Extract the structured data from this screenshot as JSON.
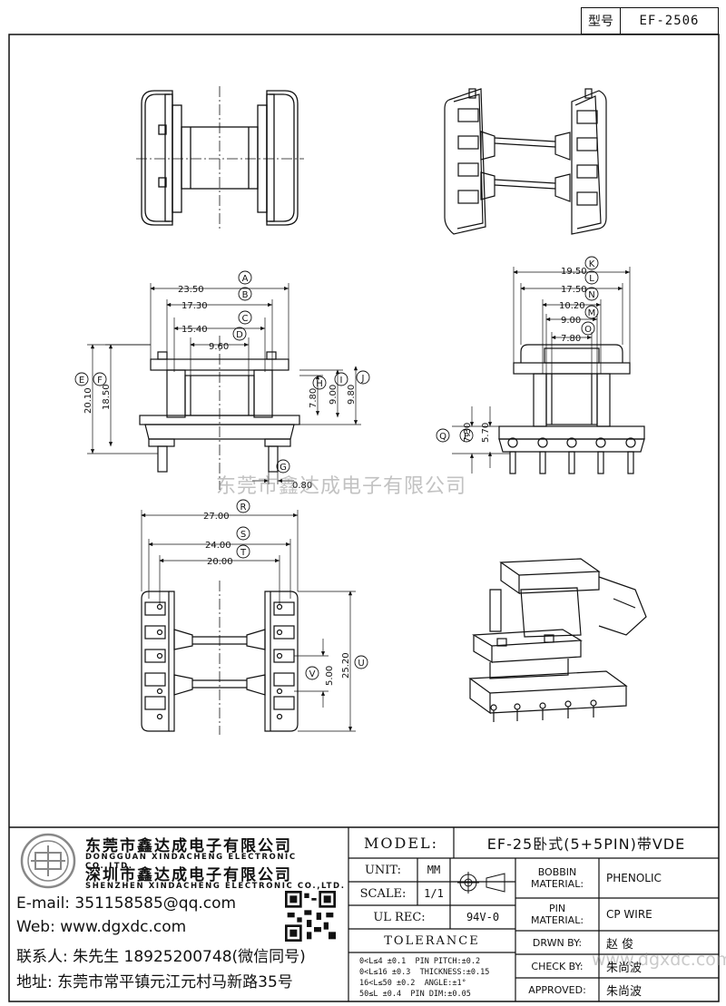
{
  "header": {
    "model_label": "型号",
    "model_value": "EF-2506"
  },
  "watermark": "东莞市鑫达成电子有限公司",
  "watermark_url": "www.dgxdc.com",
  "dims": {
    "A": "23.50",
    "B": "17.30",
    "C": "15.40",
    "D": "9.60",
    "E": "20.10",
    "F": "18.50",
    "G": "0.80",
    "H": "7.80",
    "I": "9.00",
    "J": "9.80",
    "K": "19.50",
    "L": "17.50",
    "N": "10.20",
    "M": "9.00",
    "O": "7.80",
    "Q": "7.30",
    "P": "5.70",
    "R": "27.00",
    "S": "24.00",
    "T": "20.00",
    "U": "25.20",
    "V": "5.00"
  },
  "company": {
    "cn_name_1": "东莞市鑫达成电子有限公司",
    "en_name_1": "DONGGUAN XINDACHENG ELECTRONIC CO.,LTD.",
    "cn_name_2": "深圳市鑫达成电子有限公司",
    "en_name_2": "SHENZHEN XINDACHENG ELECTRONIC CO.,LTD.",
    "email": "E-mail: 351158585@qq.com",
    "web": "Web: www.dgxdc.com",
    "contact": "联系人: 朱先生 18925200748(微信同号)",
    "address": "地址: 东莞市常平镇元江元村马新路35号"
  },
  "titleblock": {
    "model_label": "MODEL:",
    "model_value": "EF-25卧式(5+5PIN)带VDE",
    "unit_label": "UNIT:",
    "unit_value": "MM",
    "scale_label": "SCALE:",
    "scale_value": "1/1",
    "ulrec_label": "UL REC:",
    "ulrec_value": "94V-0",
    "tolerance_label": "TOLERANCE",
    "bobbin_label_1": "BOBBIN",
    "bobbin_label_2": "MATERIAL:",
    "bobbin_value": "PHENOLIC",
    "pin_label_1": "PIN",
    "pin_label_2": "MATERIAL:",
    "pin_value": "CP WIRE",
    "drwn_label": "DRWN BY:",
    "drwn_value": "赵 俊",
    "check_label": "CHECK BY:",
    "check_value": "朱尚波",
    "approved_label": "APPROVED:",
    "approved_value": "朱尚波",
    "tol": [
      {
        "range": "0<L≤4",
        "tol": "±0.1",
        "item": "PIN PITCH:±0.2"
      },
      {
        "range": "0<L≤16",
        "tol": "±0.3",
        "item": "THICKNESS:±0.15"
      },
      {
        "range": "16<L≤50",
        "tol": "±0.2",
        "item": "ANGLE:±1°"
      },
      {
        "range": "50≤L",
        "tol": "±0.4",
        "item": "PIN DIM:±0.05"
      }
    ]
  }
}
